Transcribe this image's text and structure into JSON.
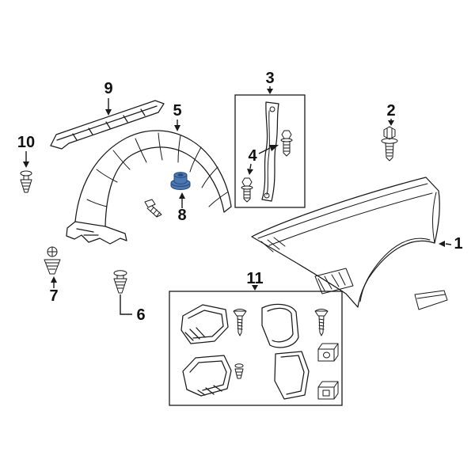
{
  "diagram": {
    "background": "#ffffff",
    "colors": {
      "line": "#1a1a1a",
      "highlight": "#4b77b3",
      "highlight_dark": "#2a4a78"
    },
    "callouts": [
      {
        "label": "1",
        "part": "front-fender-panel"
      },
      {
        "label": "2",
        "part": "fender-mounting-bolt"
      },
      {
        "label": "3",
        "part": "fender-stay-assembly"
      },
      {
        "label": "4",
        "part": "stay-mounting-bolts"
      },
      {
        "label": "5",
        "part": "fender-splash-shield"
      },
      {
        "label": "6",
        "part": "splash-shield-clip"
      },
      {
        "label": "7",
        "part": "splash-shield-screw-grommet"
      },
      {
        "label": "8",
        "part": "splash-shield-grommet-highlighted"
      },
      {
        "label": "9",
        "part": "fender-garnish-molding"
      },
      {
        "label": "10",
        "part": "garnish-clip"
      },
      {
        "label": "11",
        "part": "mud-guard-set"
      }
    ]
  }
}
